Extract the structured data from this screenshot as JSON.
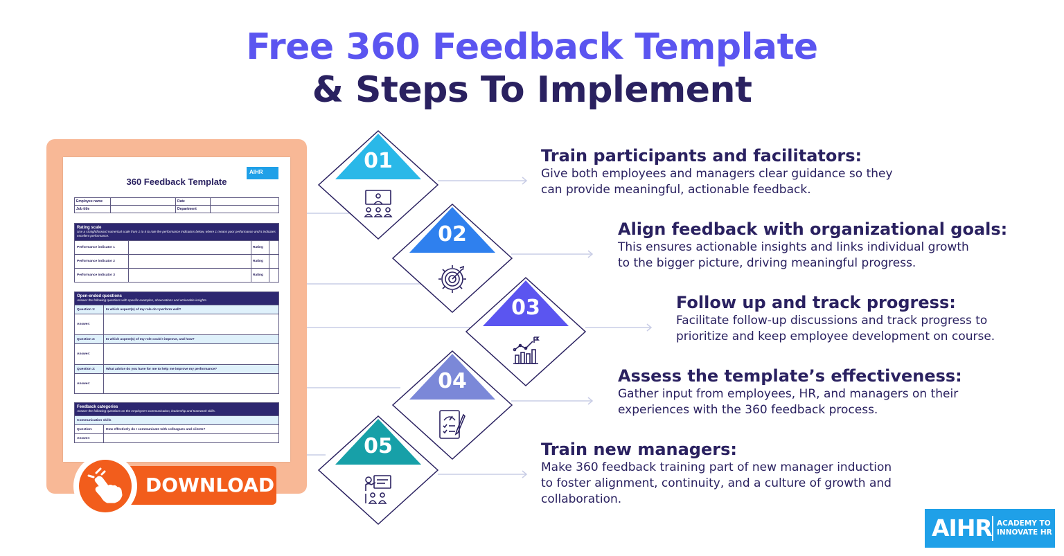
{
  "title": {
    "line1": "Free 360 Feedback Template",
    "line2": "& Steps To Implement"
  },
  "template": {
    "title": "360 Feedback Template",
    "logo": "AIHR",
    "info": {
      "employee_name": "Employee name",
      "date": "Date",
      "job_title": "Job title",
      "department": "Department"
    },
    "rating": {
      "heading": "Rating scale",
      "desc": "Use a straightforward numerical scale from 1 to 5 to rate the performance indicators below, where 1 means poor performance and 5 indicates excellent performance.",
      "indicators": [
        "Performance indicator 1",
        "Performance indicator 2",
        "Performance indicator 3"
      ],
      "rating_label": "Rating"
    },
    "open": {
      "heading": "Open-ended questions",
      "desc": "Answer the following questions with specific examples, observations and actionable insights.",
      "answer_label": "Answer:",
      "questions": [
        {
          "label": "Question 1:",
          "text": "In which aspect(s) of my role do I perform well?"
        },
        {
          "label": "Question 2:",
          "text": "In which aspect(s) of my role could I improve, and how?"
        },
        {
          "label": "Question 3:",
          "text": "What advice do you have for me to help me improve my performance?"
        }
      ]
    },
    "categories": {
      "heading": "Feedback categories",
      "desc": "Answer the following questions on the employee's communication, leadership and teamwork skills.",
      "sub": "Communication skills",
      "question_label": "Question:",
      "question_text": "How effectively do I communicate with colleagues and clients?",
      "answer_label": "Answer:"
    }
  },
  "download": {
    "label": "DOWNLOAD"
  },
  "steps": [
    {
      "num": "01",
      "title": "Train participants and facilitators:",
      "desc": [
        "Give both employees and managers clear guidance so they",
        "can provide meaningful, actionable feedback."
      ],
      "color": "#2ab8e8",
      "icon": "training-presentation-icon"
    },
    {
      "num": "02",
      "title": "Align feedback with organizational goals:",
      "desc": [
        "This ensures actionable insights and links individual growth",
        "to the bigger picture, driving meaningful progress."
      ],
      "color": "#2f80ee",
      "icon": "target-gear-icon"
    },
    {
      "num": "03",
      "title": "Follow up and track progress:",
      "desc": [
        "Facilitate follow-up discussions and track progress to",
        "prioritize and keep employee development on course."
      ],
      "color": "#5b55f0",
      "icon": "growth-chart-icon"
    },
    {
      "num": "04",
      "title": "Assess the template’s effectiveness:",
      "desc": [
        "Gather input from employees, HR, and managers on their",
        "experiences with the 360 feedback process."
      ],
      "color": "#7b88d8",
      "icon": "assessment-checklist-icon"
    },
    {
      "num": "05",
      "title": "Train new managers:",
      "desc": [
        "Make 360 feedback training part of new manager induction",
        "to foster alignment, continuity, and a culture of growth and",
        "collaboration."
      ],
      "color": "#17a0a8",
      "icon": "manager-training-icon"
    }
  ],
  "brand": {
    "name": "AIHR",
    "line1": "ACADEMY TO",
    "line2": "INNOVATE HR",
    "color": "#1fa0e8"
  }
}
